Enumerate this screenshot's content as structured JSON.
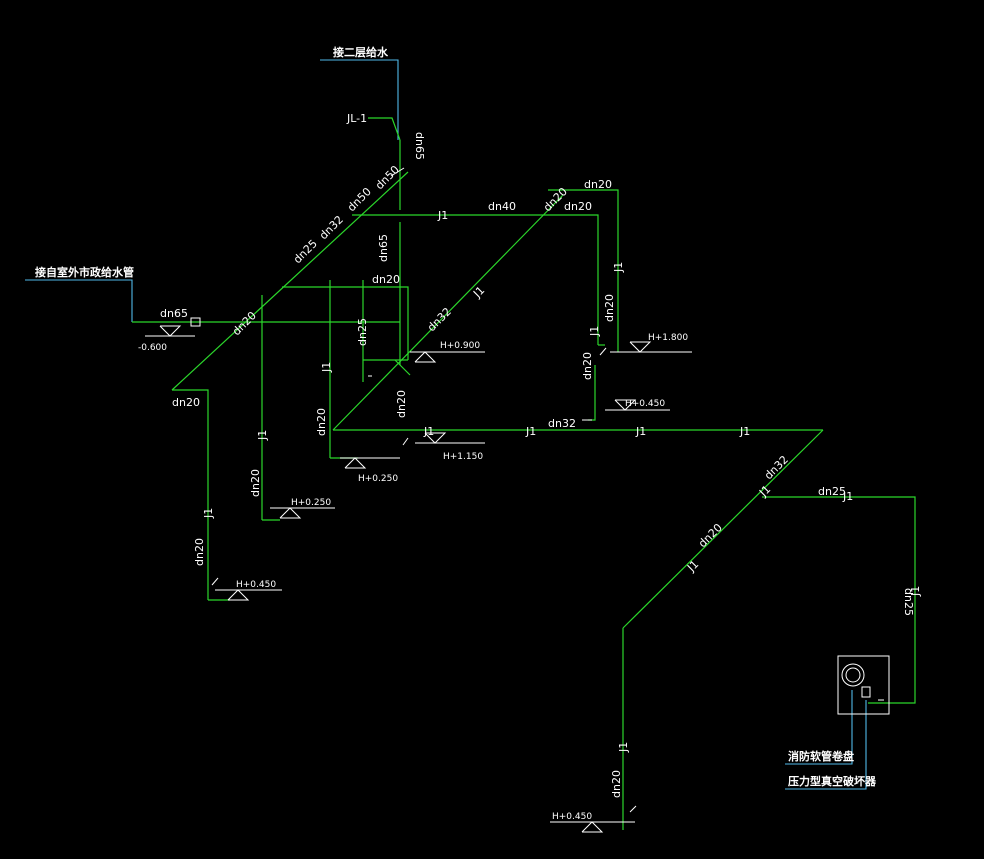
{
  "labels": {
    "to_floor2": "接二层给水",
    "riser": "JL-1",
    "from_outdoor": "接自室外市政给水管",
    "fire_hose": "消防软管卷盘",
    "backflow": "压力型真空破坏器"
  },
  "pipe_code": "J1",
  "sizes": {
    "dn65": "dn65",
    "dn50": "dn50",
    "dn40": "dn40",
    "dn32": "dn32",
    "dn25": "dn25",
    "dn20": "dn20"
  },
  "elevations": {
    "inlet": "-0.600",
    "h1800": "H+1.800",
    "h900": "H+0.900",
    "h450_a": "H+0.450",
    "h1150": "H+1.150",
    "h250_a": "H+0.250",
    "h250_b": "H+0.250",
    "h450_b": "H+0.450",
    "h450_c": "H+0.450"
  },
  "colors": {
    "background": "#000000",
    "pipe": "#2bd62b",
    "leader": "#4fb8e8",
    "text": "#ffffff"
  }
}
